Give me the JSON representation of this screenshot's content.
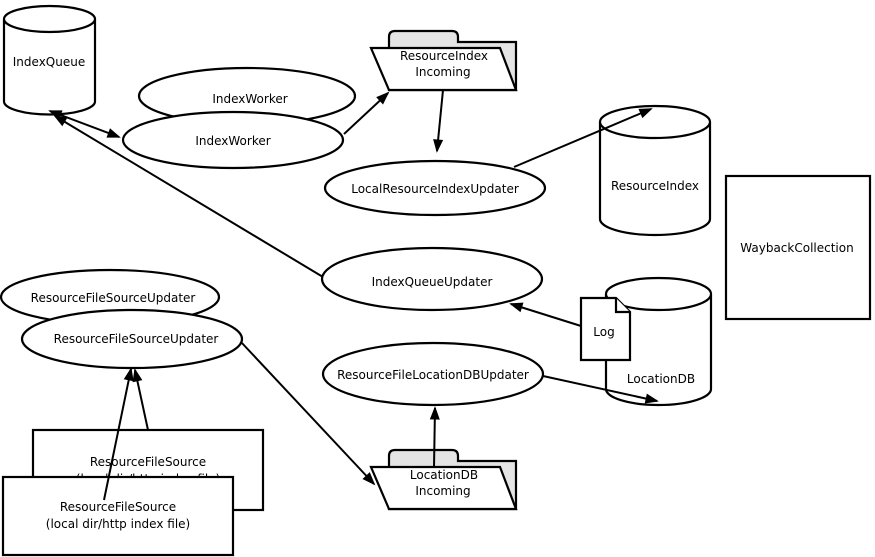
{
  "colors": {
    "stroke": "#000000",
    "node_fill": "#ffffff",
    "folder_tab_gray": "#e4e4e4",
    "text": "#000000",
    "background": "#ffffff"
  },
  "nodes": {
    "index_queue": {
      "shape": "cylinder",
      "label": "IndexQueue"
    },
    "index_worker_back": {
      "shape": "ellipse",
      "label": "IndexWorker"
    },
    "index_worker_front": {
      "shape": "ellipse",
      "label": "IndexWorker"
    },
    "resource_index_incoming": {
      "shape": "folder",
      "label_line1": "ResourceIndex",
      "label_line2": "Incoming"
    },
    "local_resource_index_updater": {
      "shape": "ellipse",
      "label": "LocalResourceIndexUpdater"
    },
    "resource_index": {
      "shape": "cylinder",
      "label": "ResourceIndex"
    },
    "wayback_collection": {
      "shape": "rectangle",
      "label": "WaybackCollection"
    },
    "index_queue_updater": {
      "shape": "ellipse",
      "label": "IndexQueueUpdater"
    },
    "resource_file_source_updater_back": {
      "shape": "ellipse",
      "label": "ResourceFileSourceUpdater"
    },
    "resource_file_source_updater_front": {
      "shape": "ellipse",
      "label": "ResourceFileSourceUpdater"
    },
    "log": {
      "shape": "document",
      "label": "Log"
    },
    "location_db": {
      "shape": "cylinder",
      "label": "LocationDB"
    },
    "resource_file_location_db_updater": {
      "shape": "ellipse",
      "label": "ResourceFileLocationDBUpdater"
    },
    "location_db_incoming": {
      "shape": "folder",
      "label_line1": "LocationDB",
      "label_line2": "Incoming"
    },
    "resource_file_source_back": {
      "shape": "rectangle",
      "label_line1": "ResourceFileSource",
      "label_line2": "(local dir/http index file)"
    },
    "resource_file_source_front": {
      "shape": "rectangle",
      "label_line1": "ResourceFileSource",
      "label_line2": "(local dir/http index file)"
    }
  },
  "edges": [
    {
      "from": "IndexQueue",
      "to": "IndexWorker",
      "arrows": "both"
    },
    {
      "from": "IndexQueueUpdater",
      "to": "IndexQueue",
      "arrows": "end"
    },
    {
      "from": "IndexWorker",
      "to": "ResourceIndex Incoming",
      "arrows": "end"
    },
    {
      "from": "ResourceIndex Incoming",
      "to": "LocalResourceIndexUpdater",
      "arrows": "end"
    },
    {
      "from": "LocalResourceIndexUpdater",
      "to": "ResourceIndex",
      "arrows": "end"
    },
    {
      "from": "Log",
      "to": "IndexQueueUpdater",
      "arrows": "end"
    },
    {
      "from": "ResourceFileLocationDBUpdater",
      "to": "LocationDB",
      "arrows": "end"
    },
    {
      "from": "LocationDB Incoming",
      "to": "ResourceFileLocationDBUpdater",
      "arrows": "end"
    },
    {
      "from": "ResourceFileSourceUpdater",
      "to": "LocationDB Incoming",
      "arrows": "end"
    },
    {
      "from": "ResourceFileSource (back)",
      "to": "ResourceFileSourceUpdater",
      "arrows": "end"
    },
    {
      "from": "ResourceFileSource (front)",
      "to": "ResourceFileSourceUpdater",
      "arrows": "end"
    }
  ]
}
